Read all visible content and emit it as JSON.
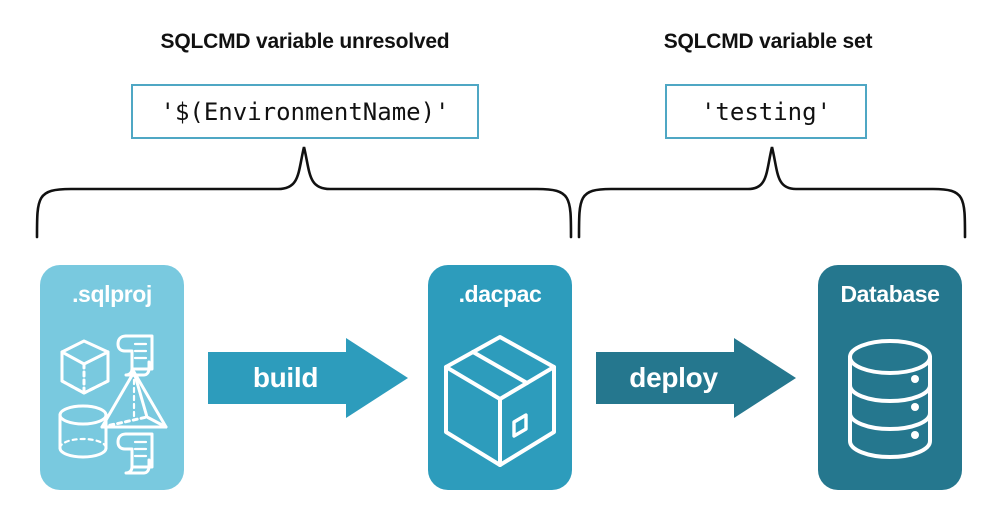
{
  "headings": {
    "left": "SQLCMD variable unresolved",
    "right": "SQLCMD variable set"
  },
  "code_values": {
    "left": "'$(EnvironmentName)'",
    "right": "'testing'"
  },
  "cards": [
    {
      "label": ".sqlproj",
      "color": "#79C9DF",
      "icons": [
        "cube-icon",
        "scroll-icon",
        "pyramid-icon",
        "cylinder-icon",
        "scroll-icon"
      ]
    },
    {
      "label": ".dacpac",
      "color": "#2D9CBC",
      "icons": [
        "package-box-icon"
      ]
    },
    {
      "label": "Database",
      "color": "#25778E",
      "icons": [
        "database-cylinder-icon"
      ]
    }
  ],
  "arrows": [
    {
      "label": "build",
      "color": "#2D9CBC"
    },
    {
      "label": "deploy",
      "color": "#25778E"
    }
  ],
  "colors": {
    "light_teal": "#79C9DF",
    "mid_teal": "#2D9CBC",
    "dark_teal": "#25778E",
    "border_teal": "#4FA7C4",
    "text": "#111111",
    "background": "#FFFFFF"
  },
  "braces": {
    "left_spans": "sqlproj-to-dacpac",
    "right_spans": "dacpac-to-database"
  }
}
